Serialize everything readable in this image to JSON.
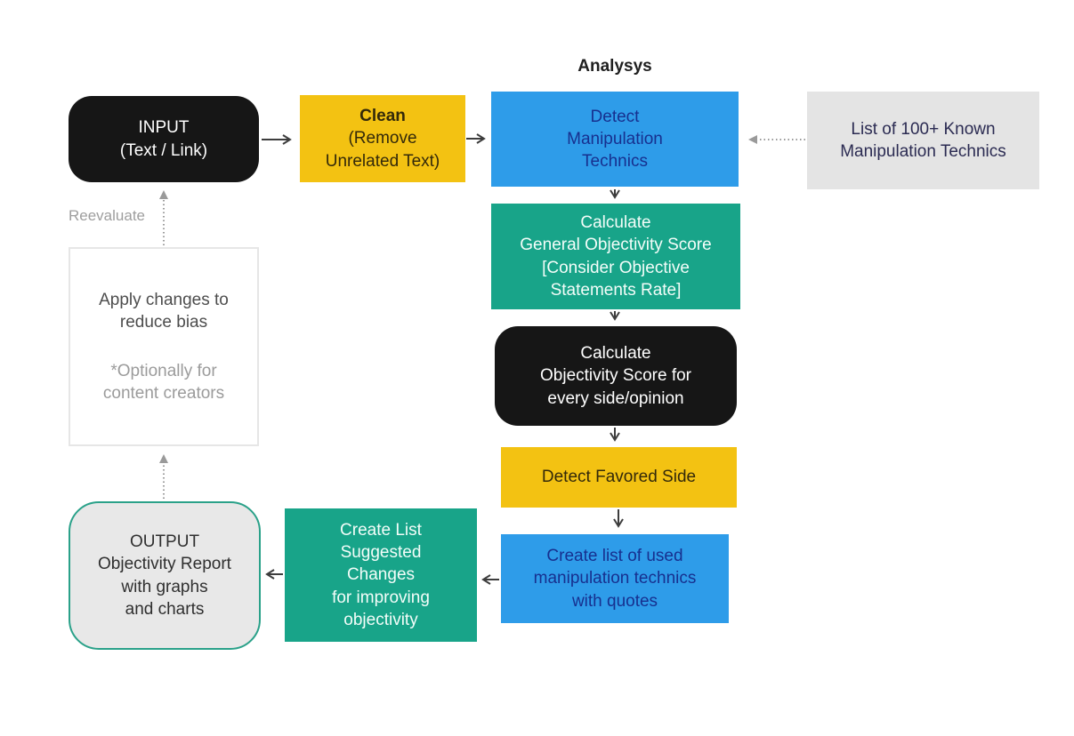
{
  "diagram": {
    "title": "Analysys",
    "reevaluate_label": "Reevaluate",
    "nodes": {
      "input": {
        "text": "INPUT\n(Text / Link)"
      },
      "clean": {
        "title": "Clean",
        "subtitle": "(Remove\nUnrelated Text)"
      },
      "detect_manipulation": {
        "text": "Detect\nManipulation\nTechnics"
      },
      "known_list": {
        "text": "List of 100+ Known\nManipulation Technics"
      },
      "general_score": {
        "text": "Calculate\nGeneral Objectivity Score\n[Consider Objective\nStatements Rate]"
      },
      "side_score": {
        "text": "Calculate\nObjectivity Score for\nevery side/opinion"
      },
      "favored_side": {
        "text": "Detect Favored Side"
      },
      "used_technics": {
        "text": "Create list of used\nmanipulation technics\nwith quotes"
      },
      "suggested_changes": {
        "text": "Create List\nSuggested\nChanges\nfor improving\nobjectivity"
      },
      "output": {
        "text": "OUTPUT\nObjectivity Report\nwith graphs\nand charts"
      },
      "apply_changes": {
        "text": "Apply changes to\nreduce bias",
        "note": "*Optionally for\ncontent creators"
      }
    },
    "colors": {
      "black_node": "#161616",
      "yellow_node": "#f3c212",
      "blue_node": "#2e9ce9",
      "green_node": "#18a489",
      "gray_node": "#e4e4e4",
      "output_fill": "#e8e8e8",
      "output_border": "#2aa189",
      "blue_node_text": "#17308f",
      "gray_node_text": "#2b2b52",
      "solid_arrow": "#3d3d3d",
      "dotted_arrow": "#9a9a9a"
    }
  }
}
